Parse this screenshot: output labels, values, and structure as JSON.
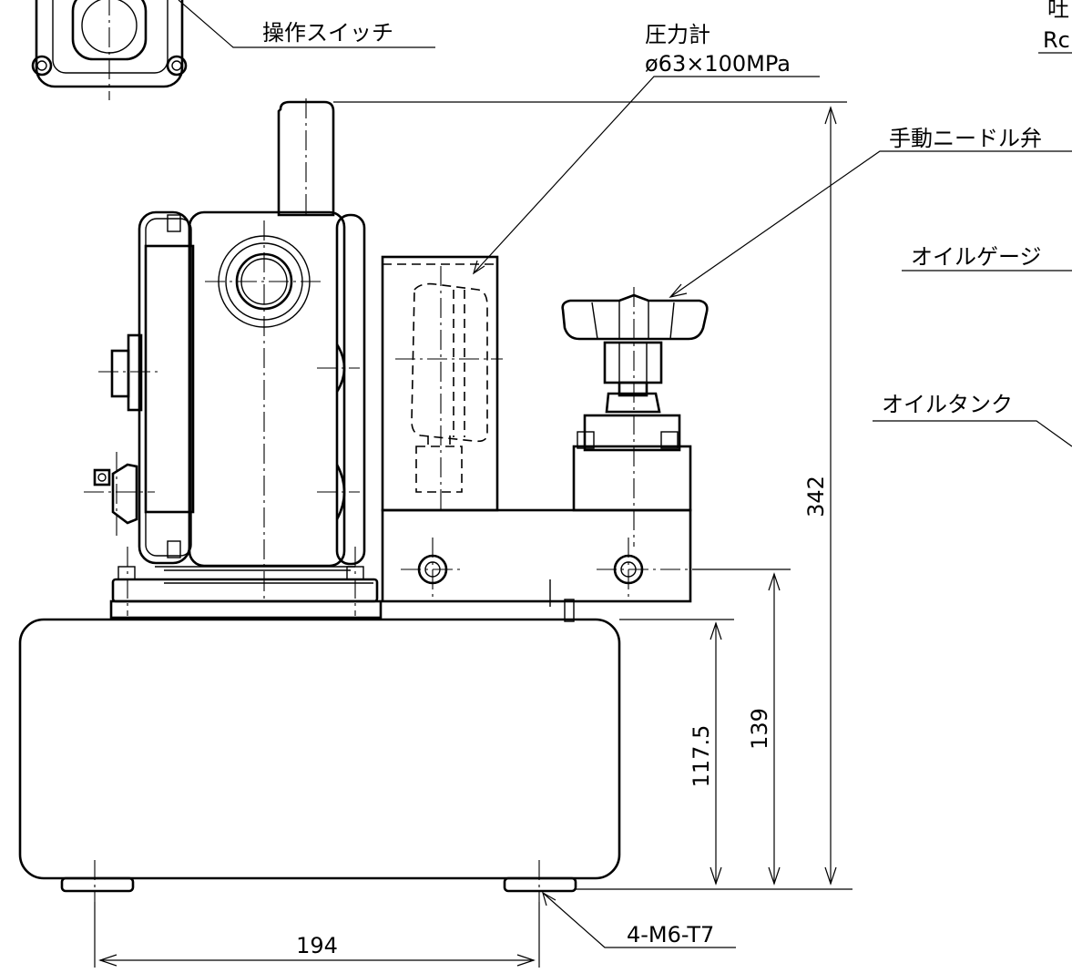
{
  "labels": {
    "operation_switch": "操作スイッチ",
    "pressure_gauge": "圧力計",
    "pressure_gauge_spec": "ø63×100MPa",
    "needle_valve": "手動ニードル弁",
    "oil_gauge": "オイルゲージ",
    "oil_tank": "オイルタンク",
    "discharge_partial": "吐",
    "port_partial": "Rc",
    "mount_bolts": "4-M6-T7"
  },
  "dimensions": {
    "overall_height": "342",
    "block_height": "139",
    "tank_height": "117.5",
    "foot_pitch": "194"
  }
}
